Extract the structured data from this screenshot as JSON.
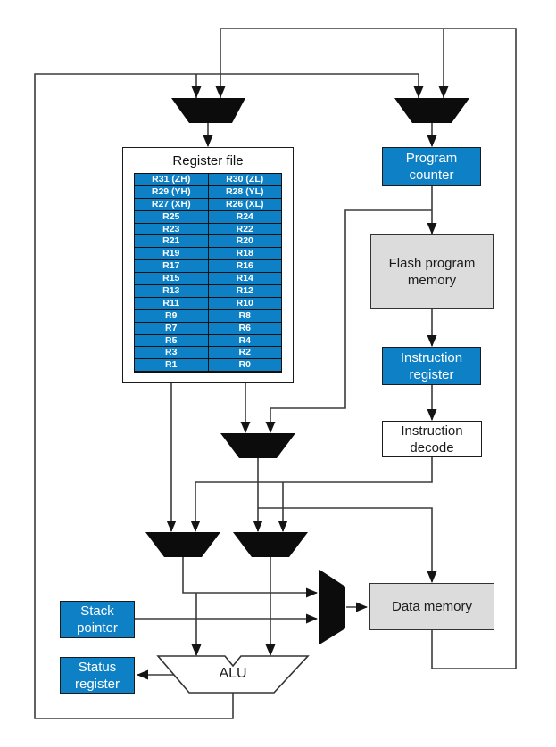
{
  "register_file": {
    "title": "Register file",
    "rows": [
      [
        "R31 (ZH)",
        "R30 (ZL)"
      ],
      [
        "R29 (YH)",
        "R28 (YL)"
      ],
      [
        "R27 (XH)",
        "R26 (XL)"
      ],
      [
        "R25",
        "R24"
      ],
      [
        "R23",
        "R22"
      ],
      [
        "R21",
        "R20"
      ],
      [
        "R19",
        "R18"
      ],
      [
        "R17",
        "R16"
      ],
      [
        "R15",
        "R14"
      ],
      [
        "R13",
        "R12"
      ],
      [
        "R11",
        "R10"
      ],
      [
        "R9",
        "R8"
      ],
      [
        "R7",
        "R6"
      ],
      [
        "R5",
        "R4"
      ],
      [
        "R3",
        "R2"
      ],
      [
        "R1",
        "R0"
      ]
    ]
  },
  "blocks": {
    "program_counter": "Program counter",
    "flash_program_memory": "Flash program memory",
    "instruction_register": "Instruction register",
    "instruction_decode": "Instruction decode",
    "data_memory": "Data memory",
    "stack_pointer": "Stack pointer",
    "status_register": "Status register",
    "alu": "ALU"
  },
  "colors": {
    "accent_blue": "#0E80C6",
    "memory_grey": "#DCDCDC",
    "line": "#3B3B3B",
    "mux_black": "#0c0c0c"
  }
}
